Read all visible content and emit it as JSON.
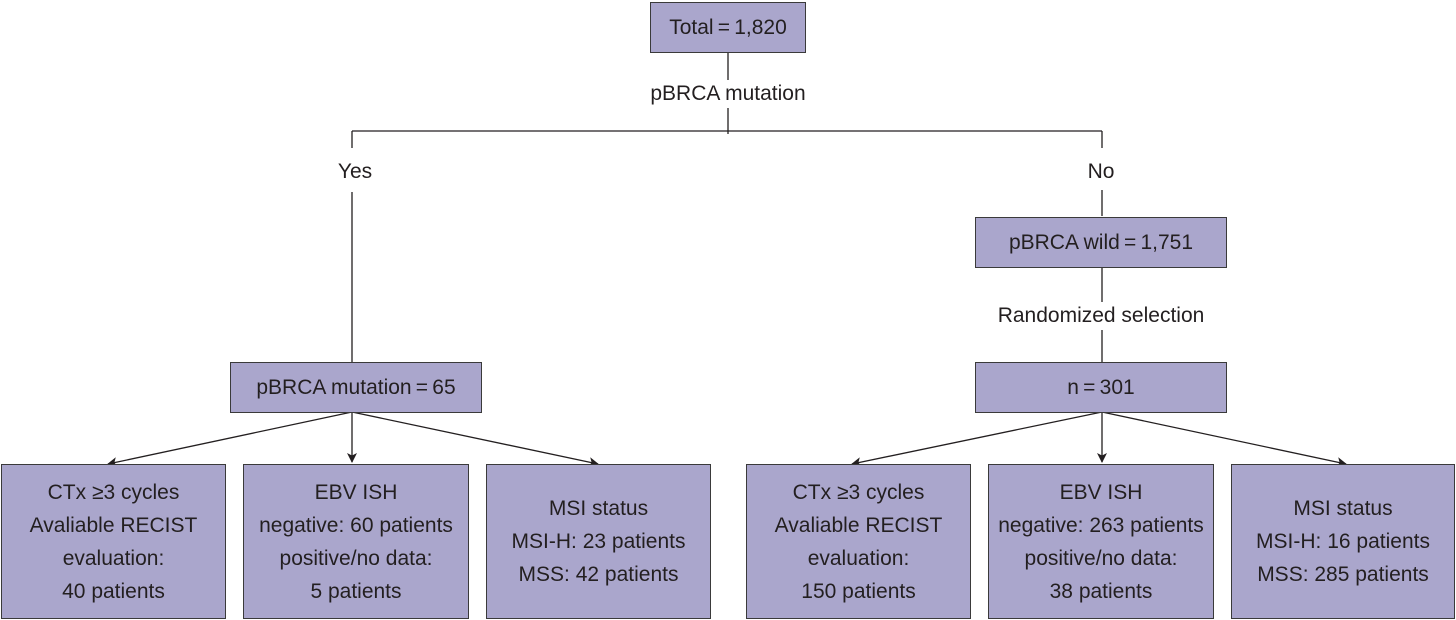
{
  "root": {
    "label": "Total = 1,820"
  },
  "split_label": "pBRCA mutation",
  "branches": {
    "yes": {
      "label": "Yes",
      "group": {
        "label": "pBRCA mutation = 65"
      },
      "outcomes": [
        {
          "lines": [
            "CTx ≥3 cycles",
            "Avaliable RECIST",
            "evaluation:",
            "40 patients"
          ]
        },
        {
          "lines": [
            "EBV ISH",
            "negative: 60 patients",
            "positive/no data:",
            "5 patients"
          ]
        },
        {
          "lines": [
            "MSI status",
            "MSI-H: 23 patients",
            "MSS: 42 patients"
          ]
        }
      ]
    },
    "no": {
      "label": "No",
      "wild": {
        "label": "pBRCA wild = 1,751"
      },
      "selection_label": "Randomized selection",
      "group": {
        "label": "n = 301"
      },
      "outcomes": [
        {
          "lines": [
            "CTx ≥3 cycles",
            "Avaliable RECIST",
            "evaluation:",
            "150 patients"
          ]
        },
        {
          "lines": [
            "EBV ISH",
            "negative: 263 patients",
            "positive/no data:",
            "38 patients"
          ]
        },
        {
          "lines": [
            "MSI status",
            "MSI-H: 16 patients",
            "MSS: 285 patients"
          ]
        }
      ]
    }
  },
  "colors": {
    "box_fill": "#aaa6cc",
    "stroke": "#3a3a3a"
  }
}
